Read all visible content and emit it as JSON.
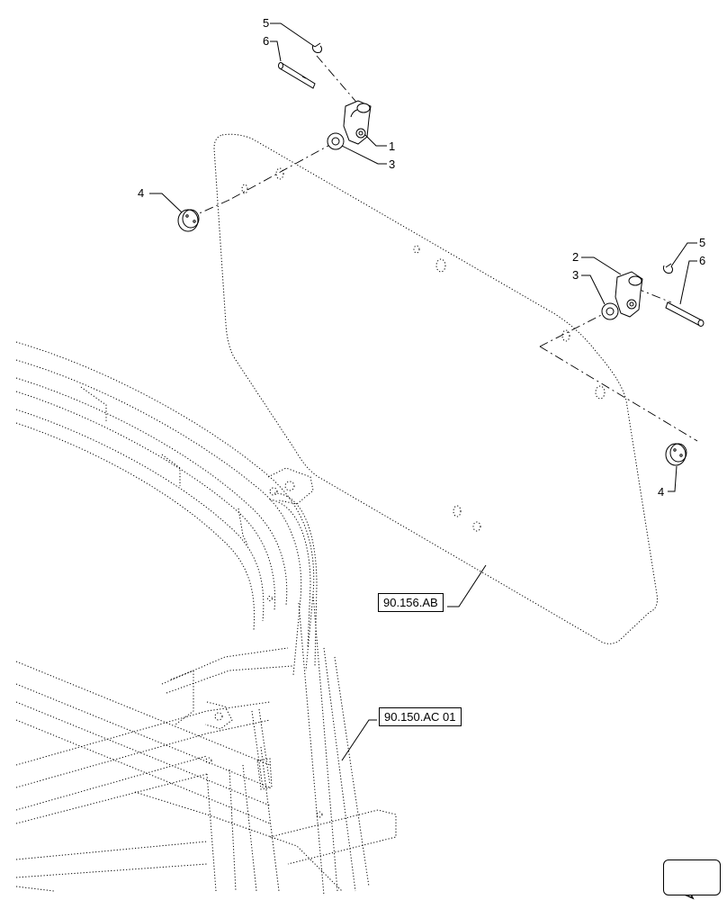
{
  "callouts": {
    "c1": "1",
    "c2": "2",
    "c3a": "3",
    "c3b": "3",
    "c4a": "4",
    "c4b": "4",
    "c5a": "5",
    "c5b": "5",
    "c6a": "6",
    "c6b": "6"
  },
  "references": {
    "panel_ref": "90.156.AB",
    "frame_ref": "90.150.AC 01"
  },
  "icons": {
    "nav": "arrow-icon"
  }
}
